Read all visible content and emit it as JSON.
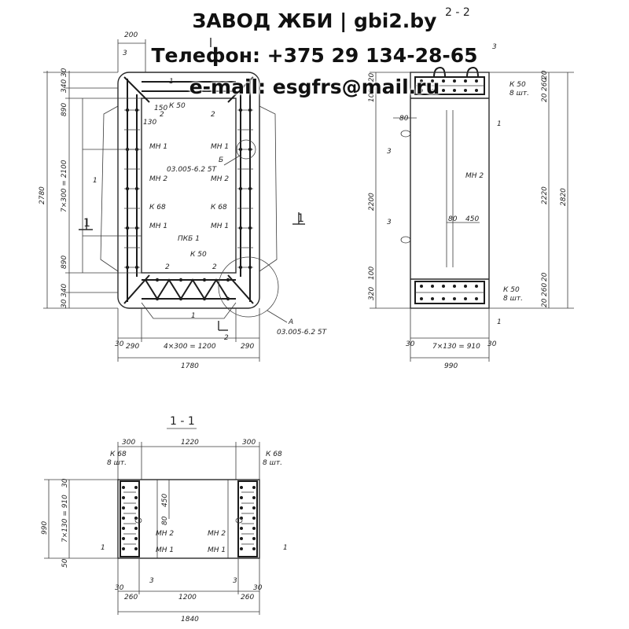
{
  "watermark": {
    "line1": "ЗАВОД ЖБИ | gbi2.by",
    "line2": "Телефон: +375 29 134-28-65",
    "line3": "e-mail: esgfrs@mail.ru"
  },
  "plan": {
    "dim_top": "200",
    "dim_left_total": "2780",
    "dim_left_spacing": "7×300 = 2100",
    "dim_left_890_top": "890",
    "dim_left_890_bot": "890",
    "dim_left_340_top": "340",
    "dim_left_340_bot": "340",
    "dim_left_30_top": "30",
    "dim_left_30_bot": "30",
    "dim_bottom_30": "30",
    "dim_bottom_290_left": "290",
    "dim_bottom_spacing": "4×300 = 1200",
    "dim_bottom_290_right": "290",
    "dim_bottom_total": "1780",
    "label_mn1_a": "МН 1",
    "label_mn1_b": "МН 1",
    "label_mn2_a": "МН 2",
    "label_mn2_b": "МН 2",
    "label_k68_a": "К 68",
    "label_k68_b": "К 68",
    "label_mn1_c": "МН 1",
    "label_mn1_d": "МН 1",
    "label_k50_top": "К 50",
    "label_k50_bot": "К 50",
    "label_pkb": "ПКБ 1",
    "label_node_b": "Б",
    "label_node_b_ref": "03.005-6.2  5Т",
    "label_node_a": "А",
    "label_node_a_ref": "03.005-6.2  5Т",
    "label_130": "130",
    "label_150": "150",
    "pos_1_left": "1",
    "pos_1_bottom": "1",
    "pos_1_top": "1",
    "pos_2_a": "2",
    "pos_2_b": "2",
    "pos_2_c": "2",
    "pos_2_d": "2",
    "pos_3": "3",
    "cut_1": "1",
    "cut_1b": "1",
    "cut_2": "2"
  },
  "sec22": {
    "title": "2 - 2",
    "dim_320_top": "320",
    "dim_100_top": "100",
    "dim_20_top": "20",
    "dim_260_top": "260",
    "dim_20b_top": "20",
    "dim_2200": "2200",
    "dim_2220": "2220",
    "dim_2820": "2820",
    "dim_100_bot": "100",
    "dim_320_bot": "320",
    "dim_20_bot": "20",
    "dim_260_bot": "260",
    "dim_20b_bot": "20",
    "dim_80_top": "80",
    "dim_80_mid": "80",
    "dim_450": "450",
    "dim_30_left": "30",
    "dim_30_right": "30",
    "dim_spacing": "7×130 = 910",
    "dim_total": "990",
    "label_k50_top": "К 50",
    "label_8sht_top": "8 шт.",
    "label_k50_bot": "К 50",
    "label_8sht_bot": "8 шт.",
    "label_mn2": "МН 2",
    "pos_1_top": "1",
    "pos_1_bot": "1",
    "pos_3_top": "3",
    "pos_3_mid": "3",
    "pos_3_corner": "3"
  },
  "sec11": {
    "title": "1 - 1",
    "dim_300_left": "300",
    "dim_1220": "1220",
    "dim_300_right": "300",
    "label_k68_left": "К 68",
    "label_8sht_left": "8 шт.",
    "label_k68_right": "К 68",
    "label_8sht_right": "8 шт.",
    "dim_990": "990",
    "dim_spacing": "7×130 = 910",
    "dim_30": "30",
    "dim_50": "50",
    "dim_450": "450",
    "dim_80": "80",
    "label_mn2_left": "МН 2",
    "label_mn1_left": "МН 1",
    "label_mn2_right": "МН 2",
    "label_mn1_right": "МН 1",
    "pos_1_left": "1",
    "pos_1_right": "1",
    "pos_3_left": "3",
    "pos_3_right": "3",
    "dim_30_b_left": "30",
    "dim_260_left": "260",
    "dim_1200": "1200",
    "dim_260_right": "260",
    "dim_30_b_right": "30",
    "dim_1840": "1840"
  }
}
